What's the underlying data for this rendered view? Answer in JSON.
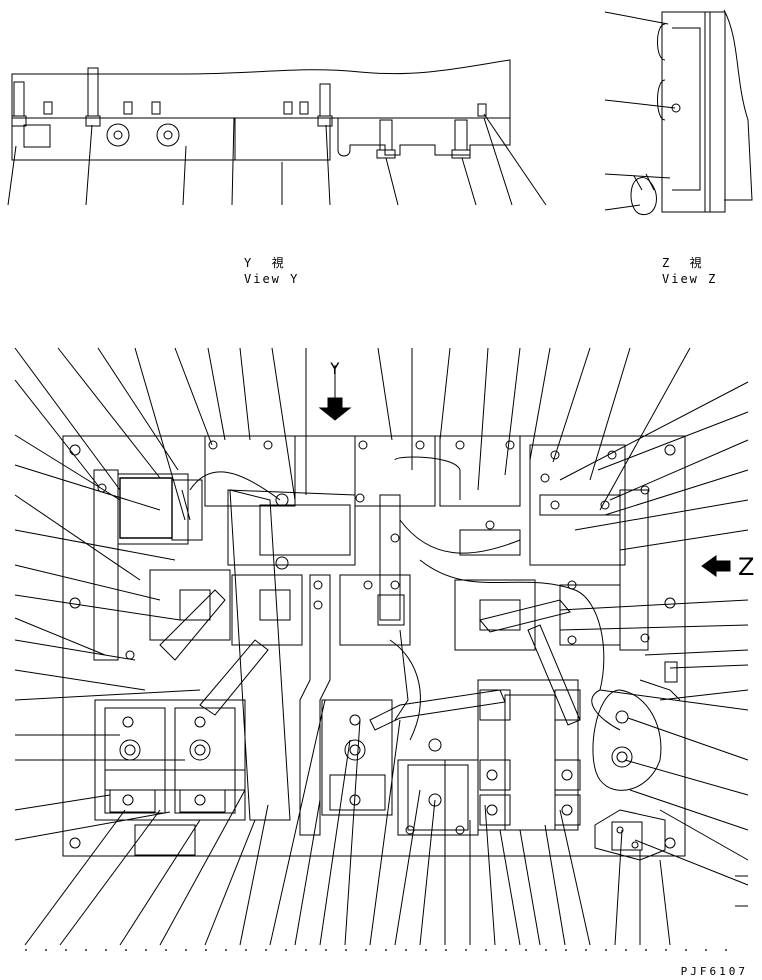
{
  "view_y": {
    "jp": "Y  視",
    "en": "View Y"
  },
  "view_z": {
    "jp": "Z  視",
    "en": "View Z"
  },
  "arrow_y_label": "Y",
  "arrow_z_label": "Z",
  "drawing_number": "PJF6107"
}
